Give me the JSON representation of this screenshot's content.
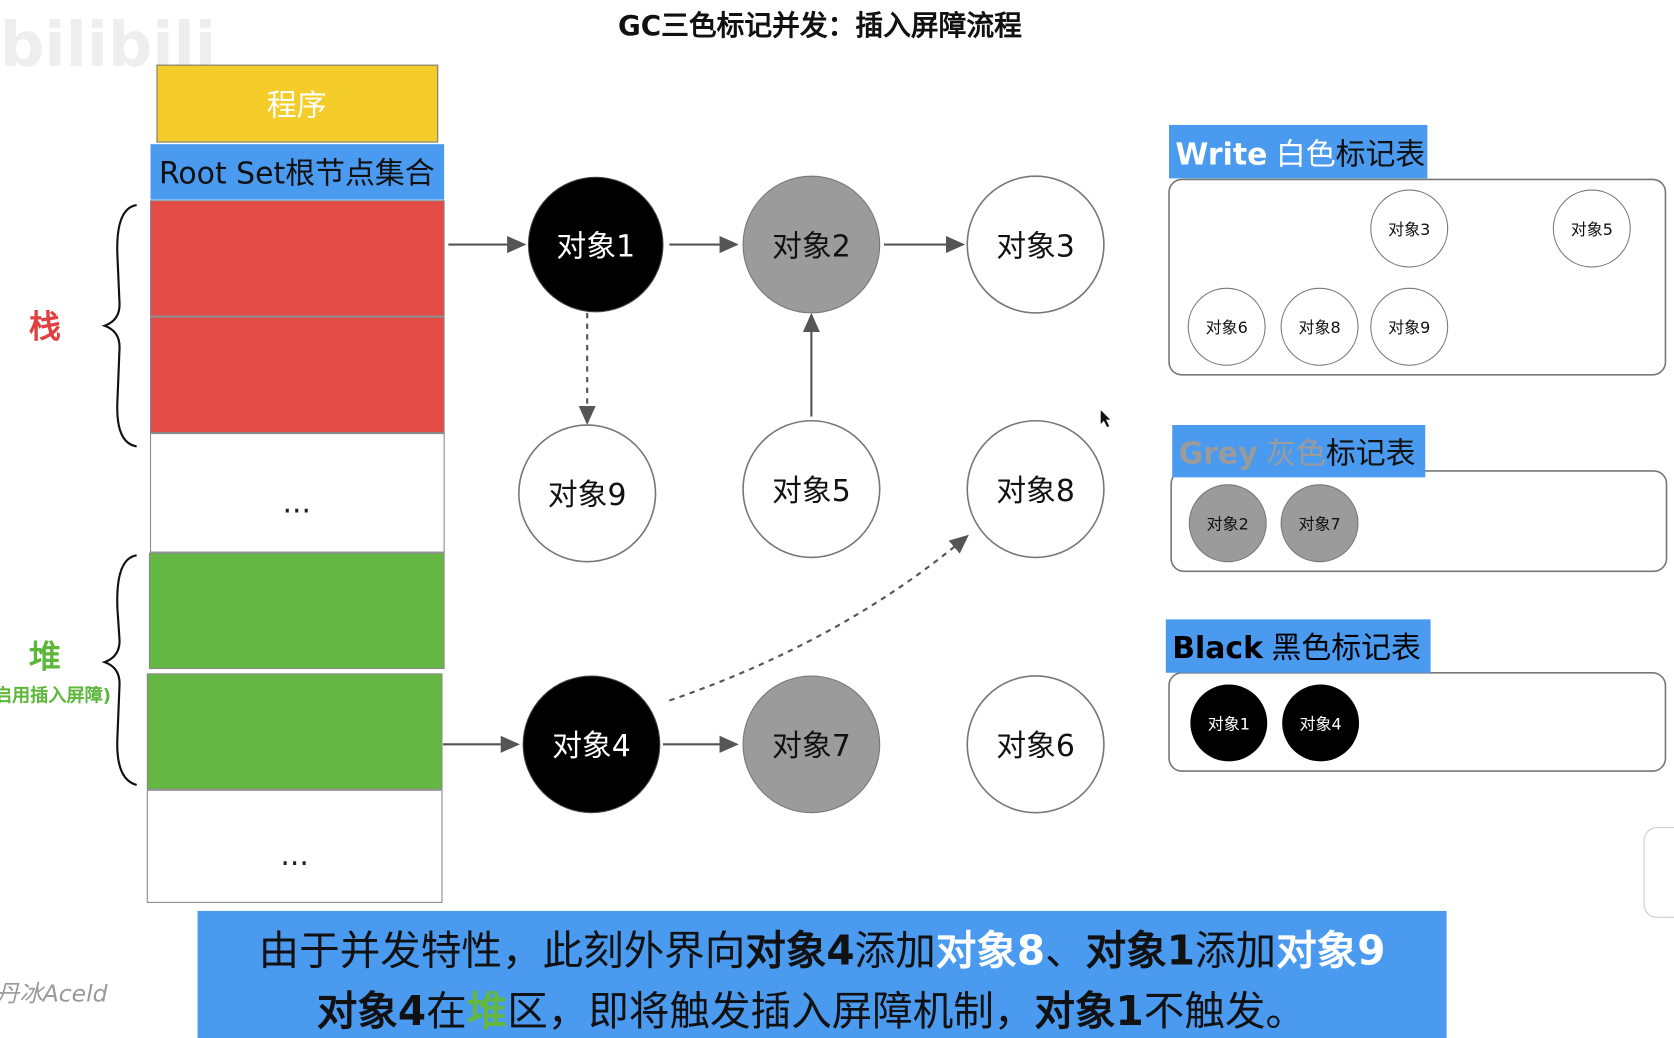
{
  "title": "GC三色标记并发：插入屏障流程",
  "watermark": "bilibili",
  "author_mark": "丹冰Aceld",
  "stack": {
    "program": "程序",
    "root_set": "Root Set根节点集合",
    "stack_label": "栈",
    "heap_label": "堆",
    "heap_note": "(启用插入屏障)",
    "ellipsis": "..."
  },
  "nodes": {
    "obj1": "对象1",
    "obj2": "对象2",
    "obj3": "对象3",
    "obj4": "对象4",
    "obj5": "对象5",
    "obj6": "对象6",
    "obj7": "对象7",
    "obj8": "对象8",
    "obj9": "对象9"
  },
  "tables": {
    "white": {
      "name_en": "Write",
      "name_color": "白色",
      "name_suffix": "标记表",
      "items": [
        "对象3",
        "对象5",
        "对象6",
        "对象8",
        "对象9"
      ]
    },
    "grey": {
      "name_en": "Grey",
      "name_color": "灰色",
      "name_suffix": "标记表",
      "items": [
        "对象2",
        "对象7"
      ]
    },
    "black": {
      "name_en": "Black",
      "name_color": "黑色",
      "name_suffix": "标记表",
      "items": [
        "对象1",
        "对象4"
      ]
    }
  },
  "caption": {
    "line1": [
      "由于并发特性，此刻外界向",
      "对象4",
      "添加",
      "对象8",
      "、",
      "对象1",
      "添加",
      "对象9"
    ],
    "line2": [
      "对象4",
      "在",
      "堆",
      "区，即将触发插入屏障机制，",
      "对象1",
      "不触发。"
    ]
  },
  "colors": {
    "program": "#f5cd2a",
    "root": "#4a9af0",
    "stack": "#e24b46",
    "heap": "#65b743",
    "grey": "#9b9b9b",
    "black": "#000000",
    "caption_bg": "#4a9af0"
  }
}
